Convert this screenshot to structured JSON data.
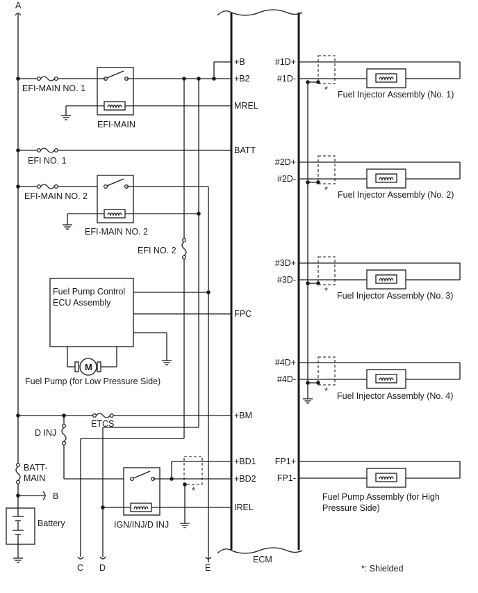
{
  "labels": {
    "top_a": "A",
    "efi_main_no1": "EFI-MAIN NO. 1",
    "efi_main": "EFI-MAIN",
    "efi_no1": "EFI NO. 1",
    "efi_main_no2": "EFI-MAIN NO. 2",
    "efi_main_no2_relay": "EFI-MAIN NO. 2",
    "efi_no2": "EFI NO. 2",
    "fpc_ecu_line1": "Fuel Pump Control",
    "fpc_ecu_line2": "ECU Assembly",
    "motor": "M",
    "fuel_pump_low": "Fuel Pump (for Low Pressure Side)",
    "etcs": "ETCS",
    "d_inj": "D INJ",
    "batt_main_line1": "BATT-",
    "batt_main_line2": "MAIN",
    "b_out": "B",
    "battery": "Battery",
    "ign_inj_relay": "IGN/INJ/D INJ",
    "bottom_c": "C",
    "bottom_d": "D",
    "bottom_e": "E",
    "ecm": "ECM",
    "shielded_mark": "*",
    "shielded_note": "*: Shielded"
  },
  "ecm_pins_left": {
    "plus_b": "+B",
    "plus_b2": "+B2",
    "mrel": "MREL",
    "batt": "BATT",
    "fpc": "FPC",
    "plus_bm": "+BM",
    "plus_bd1": "+BD1",
    "plus_bd2": "+BD2",
    "irel": "IREL"
  },
  "ecm_pins_right": {
    "d1p": "#1D+",
    "d1m": "#1D-",
    "d2p": "#2D+",
    "d2m": "#2D-",
    "d3p": "#3D+",
    "d3m": "#3D-",
    "d4p": "#4D+",
    "d4m": "#4D-",
    "fp1p": "FP1+",
    "fp1m": "FP1-"
  },
  "loads": {
    "inj1": "Fuel Injector Assembly (No. 1)",
    "inj2": "Fuel Injector Assembly (No. 2)",
    "inj3": "Fuel Injector Assembly (No. 3)",
    "inj4": "Fuel Injector Assembly (No. 4)",
    "fp_high_line1": "Fuel Pump Assembly (for High",
    "fp_high_line2": "Pressure Side)"
  }
}
